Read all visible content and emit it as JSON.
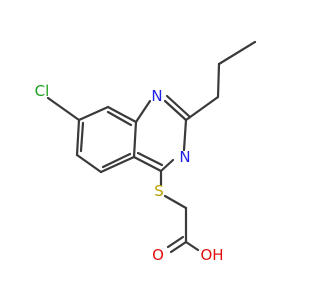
{
  "molecule": {
    "atoms": {
      "chlorine": "Cl",
      "nitrogen_1": "N",
      "nitrogen_3": "N",
      "sulfur": "S",
      "oxygen_carbonyl": "O",
      "hydroxyl": "OH"
    },
    "colors": {
      "bond": "#3a3a3a",
      "chlorine": "#1fa01f",
      "nitrogen": "#2020e8",
      "sulfur": "#b8a000",
      "oxygen": "#e01010"
    }
  }
}
